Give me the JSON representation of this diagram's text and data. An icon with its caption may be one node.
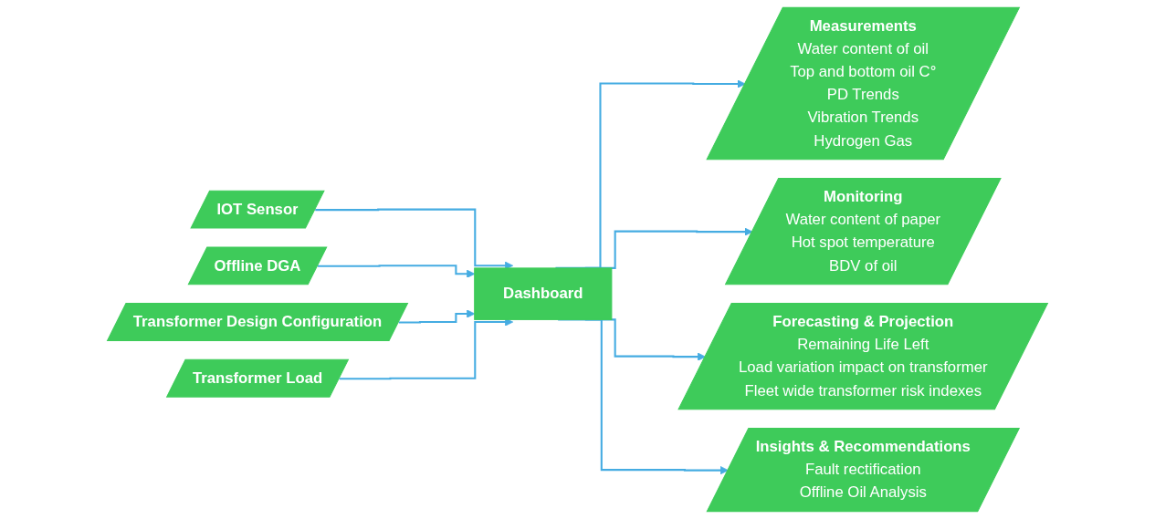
{
  "diagram": {
    "nodes": [
      {
        "text": [
          "IOT Sensor"
        ]
      },
      {
        "text": [
          "Offline DGA"
        ]
      },
      {
        "text": [
          "Transformer Design Configuration"
        ]
      },
      {
        "text": [
          "Transformer Load"
        ]
      },
      {
        "text": [
          "Dashboard"
        ]
      },
      {
        "text": [
          "Measurements",
          "Water content of oil",
          "Top and bottom oil C°",
          "PD Trends",
          "Vibration Trends",
          "Hydrogen Gas"
        ]
      },
      {
        "text": [
          "Monitoring",
          "Water content of paper",
          "Hot spot temperature",
          "BDV of oil"
        ]
      },
      {
        "text": [
          "Forecasting & Projection",
          "Remaining Life Left",
          "Load variation impact on transformer",
          "Fleet wide transformer risk indexes"
        ]
      },
      {
        "text": [
          "Insights & Recommendations",
          "Fault rectification",
          "Offline Oil Analysis"
        ]
      }
    ],
    "edges": [
      {
        "from": 0,
        "to": 4,
        "arrow": "to"
      },
      {
        "from": 1,
        "to": 4,
        "arrow": "to"
      },
      {
        "from": 2,
        "to": 4,
        "arrow": "to"
      },
      {
        "from": 3,
        "to": 4,
        "arrow": "to"
      },
      {
        "from": 4,
        "to": 5,
        "arrow": "to"
      },
      {
        "from": 4,
        "to": 6,
        "arrow": "to"
      },
      {
        "from": 4,
        "to": 7,
        "arrow": "to"
      },
      {
        "from": 4,
        "to": 8,
        "arrow": "to"
      }
    ]
  }
}
